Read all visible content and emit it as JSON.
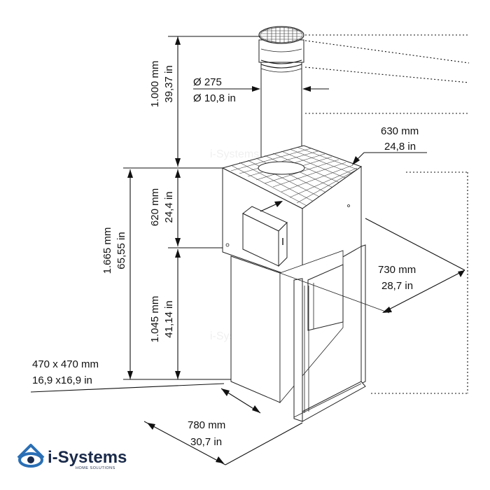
{
  "dimensions": {
    "bollard_height": {
      "mm": "1.000 mm",
      "in": "39,37 in"
    },
    "bollard_diameter": {
      "mm": "Ø 275",
      "in": "Ø 10,8 in"
    },
    "top_width": {
      "mm": "630 mm",
      "in": "24,8 in"
    },
    "box_height": {
      "mm": "620 mm",
      "in": "24,4 in"
    },
    "total_height": {
      "mm": "1.665 mm",
      "in": "65,55 in"
    },
    "depth": {
      "mm": "730 mm",
      "in": "28,7 in"
    },
    "lower_height": {
      "mm": "1.045 mm",
      "in": "41,14 in"
    },
    "base_size": {
      "mm": "470 x 470 mm",
      "in": "16,9 x16,9 in"
    },
    "frame_width": {
      "mm": "780 mm",
      "in": "30,7 in"
    }
  },
  "logo": {
    "name": "i-Systems",
    "tagline": "HOME SOLUTIONS"
  },
  "watermark": "i-Systems",
  "colors": {
    "logo_blue": "#2a6fb5",
    "logo_dark": "#1a2a4a",
    "line": "#111111"
  }
}
